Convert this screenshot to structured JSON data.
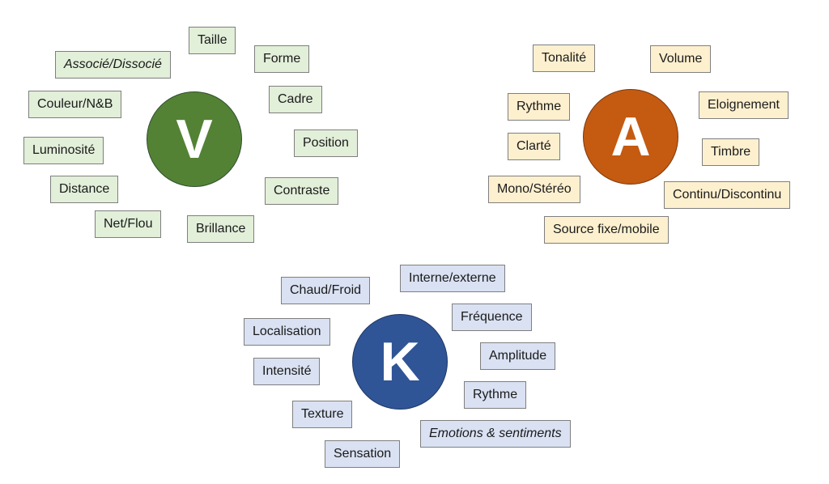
{
  "visual": {
    "letter": "V",
    "color": "#548235",
    "items": [
      "Taille",
      "Associé/Dissocié",
      "Forme",
      "Couleur/N&B",
      "Cadre",
      "Position",
      "Luminosité",
      "Distance",
      "Contraste",
      "Net/Flou",
      "Brillance"
    ]
  },
  "auditory": {
    "letter": "A",
    "color": "#c55a11",
    "items": [
      "Tonalité",
      "Volume",
      "Rythme",
      "Eloignement",
      "Clarté",
      "Timbre",
      "Mono/Stéréo",
      "Continu/Discontinu",
      "Source fixe/mobile"
    ]
  },
  "kinesthetic": {
    "letter": "K",
    "color": "#2f5597",
    "items": [
      "Chaud/Froid",
      "Interne/externe",
      "Fréquence",
      "Localisation",
      "Amplitude",
      "Intensité",
      "Rythme",
      "Texture",
      "Emotions & sentiments",
      "Sensation"
    ]
  }
}
